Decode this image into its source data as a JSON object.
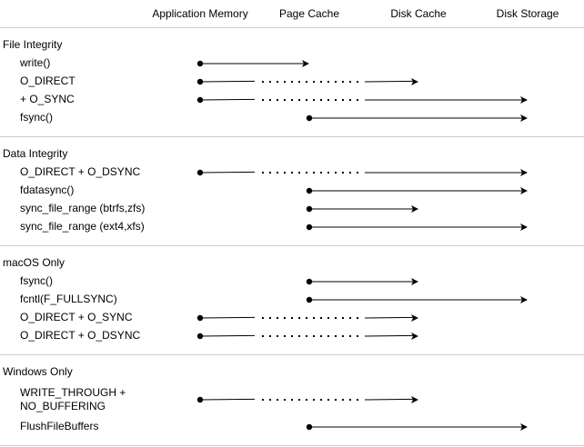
{
  "columns": [
    "Application Memory",
    "Page Cache",
    "Disk Cache",
    "Disk Storage"
  ],
  "sections": [
    {
      "title": "File Integrity",
      "rows": [
        {
          "label": [
            "write()"
          ],
          "from": 0,
          "to": 1,
          "bypass": false
        },
        {
          "label": [
            "O_DIRECT"
          ],
          "from": 0,
          "to": 2,
          "bypass": true
        },
        {
          "label": [
            "+ O_SYNC"
          ],
          "from": 0,
          "to": 3,
          "bypass": true
        },
        {
          "label": [
            "fsync()"
          ],
          "from": 1,
          "to": 3,
          "bypass": false
        }
      ]
    },
    {
      "title": "Data Integrity",
      "rows": [
        {
          "label": [
            "O_DIRECT + O_DSYNC"
          ],
          "from": 0,
          "to": 3,
          "bypass": true
        },
        {
          "label": [
            "fdatasync()"
          ],
          "from": 1,
          "to": 3,
          "bypass": false
        },
        {
          "label": [
            "sync_file_range (btrfs,zfs)"
          ],
          "from": 1,
          "to": 2,
          "bypass": false
        },
        {
          "label": [
            "sync_file_range (ext4,xfs)"
          ],
          "from": 1,
          "to": 3,
          "bypass": false
        }
      ]
    },
    {
      "title": "macOS Only",
      "rows": [
        {
          "label": [
            "fsync()"
          ],
          "from": 1,
          "to": 2,
          "bypass": false
        },
        {
          "label": [
            "fcntl(F_FULLSYNC)"
          ],
          "from": 1,
          "to": 3,
          "bypass": false
        },
        {
          "label": [
            "O_DIRECT + O_SYNC"
          ],
          "from": 0,
          "to": 2,
          "bypass": true
        },
        {
          "label": [
            "O_DIRECT + O_DSYNC"
          ],
          "from": 0,
          "to": 2,
          "bypass": true
        }
      ]
    },
    {
      "title": "Windows Only",
      "rows": [
        {
          "label": [
            "WRITE_THROUGH +",
            "NO_BUFFERING"
          ],
          "from": 0,
          "to": 2,
          "bypass": true
        },
        {
          "label": [
            "FlushFileBuffers"
          ],
          "from": 1,
          "to": 3,
          "bypass": false
        }
      ]
    }
  ]
}
